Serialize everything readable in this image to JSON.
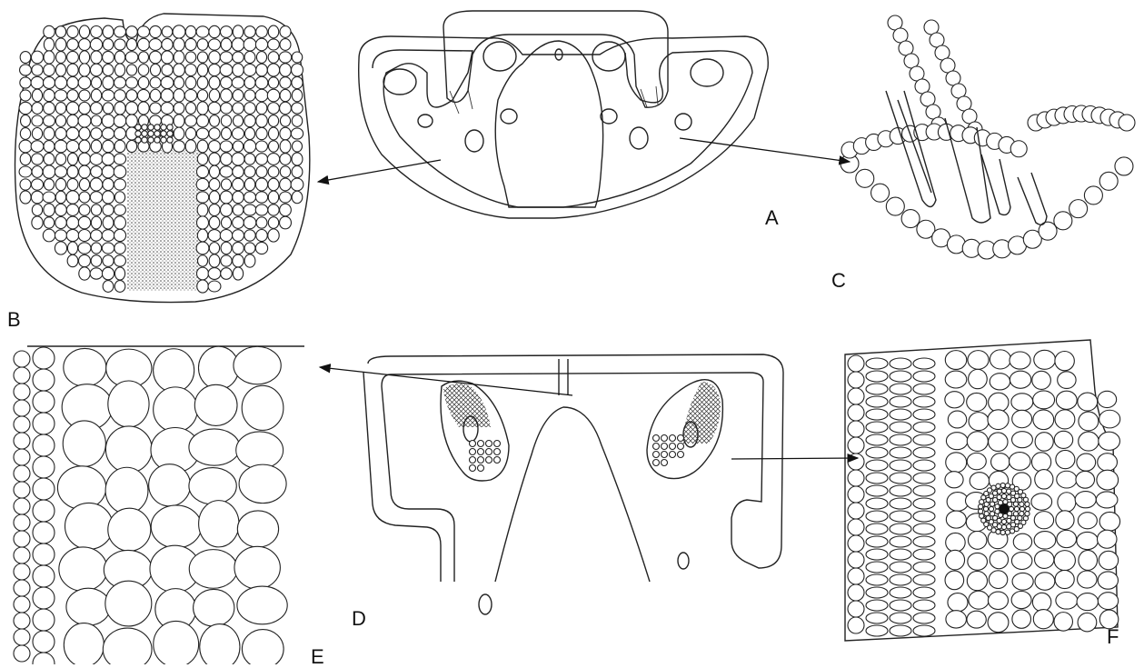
{
  "panels": [
    {
      "id": "A",
      "label": "A"
    },
    {
      "id": "B",
      "label": "B"
    },
    {
      "id": "C",
      "label": "C"
    },
    {
      "id": "D",
      "label": "D"
    },
    {
      "id": "E",
      "label": "E"
    },
    {
      "id": "F",
      "label": "F"
    }
  ],
  "colors": {
    "ink": "#222222",
    "background": "#ffffff"
  }
}
